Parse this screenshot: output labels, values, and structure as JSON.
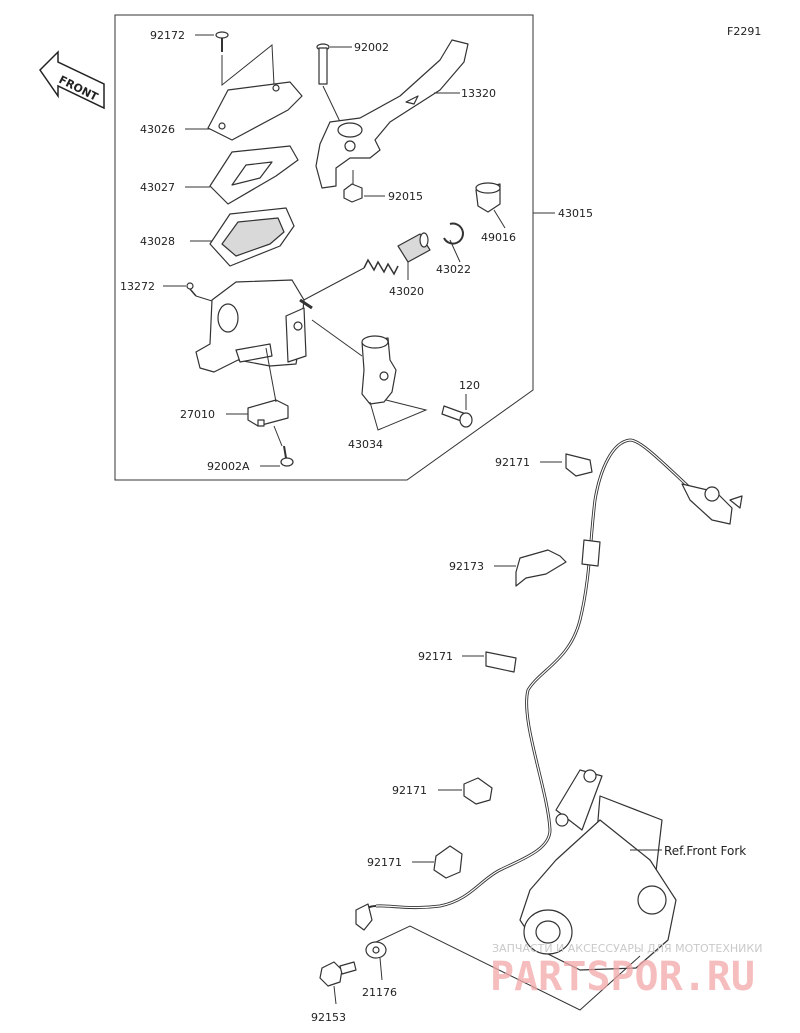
{
  "diagram_code": "F2291",
  "front_arrow_label": "FRONT",
  "reference_label": "Ref.Front Fork",
  "watermark": {
    "line1": "ЗАПЧАСТИ И АКСЕССУАРЫ ДЛЯ МОТОТЕХНИКИ",
    "line2": "PARTSPOR.RU"
  },
  "parts": {
    "p92172": "92172",
    "p92002": "92002",
    "p13320": "13320",
    "p43026": "43026",
    "p43027": "43027",
    "p92015": "92015",
    "p43015": "43015",
    "p49016": "49016",
    "p43028": "43028",
    "p43022": "43022",
    "p13272": "13272",
    "p43020": "43020",
    "p120": "120",
    "p27010": "27010",
    "p43034": "43034",
    "p92002A": "92002A",
    "p92171a": "92171",
    "p92173": "92173",
    "p92171b": "92171",
    "p92171c": "92171",
    "p92171d": "92171",
    "p21176": "21176",
    "p92153": "92153"
  }
}
